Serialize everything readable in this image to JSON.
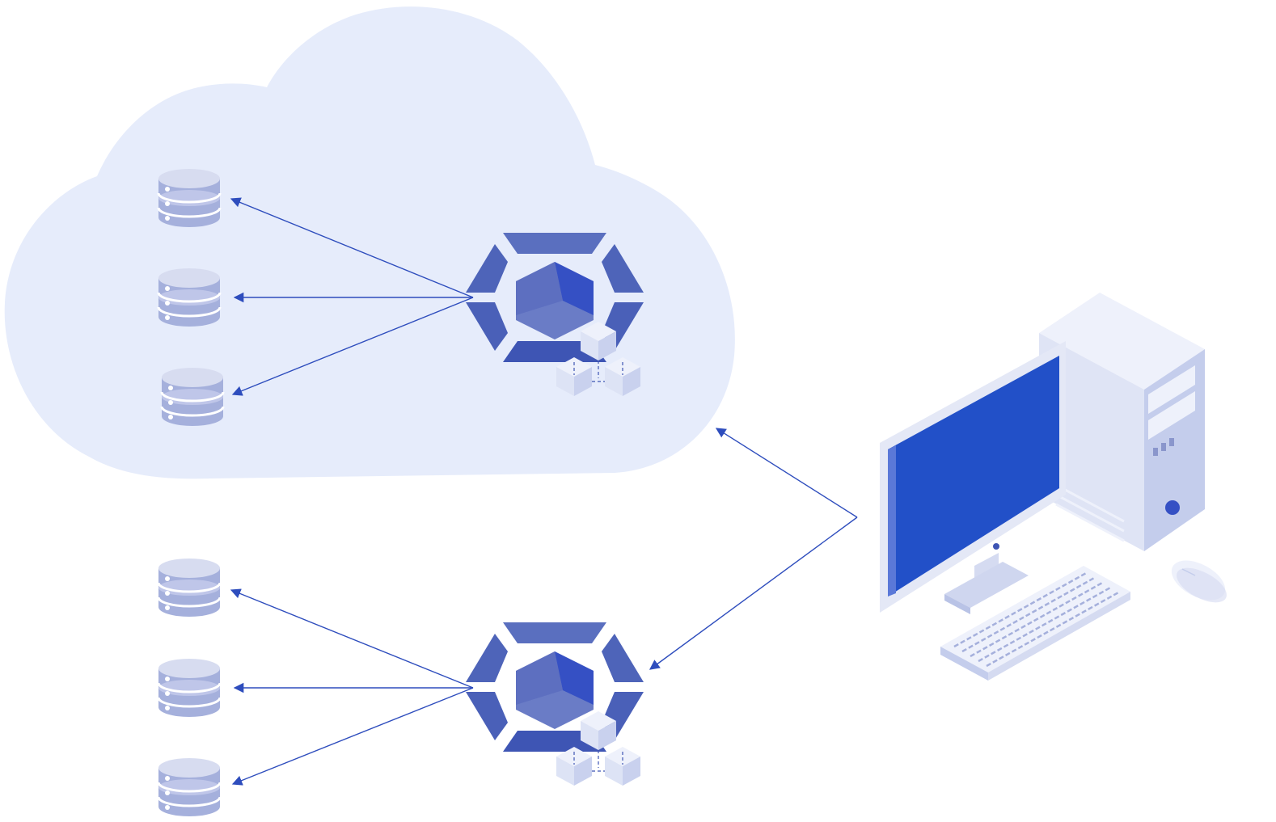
{
  "diagram": {
    "colors": {
      "cloud": "#e6ecfb",
      "cloud_edge": "#dfe6f8",
      "arrow": "#2e4dbd",
      "database_top": "#d7dcf0",
      "database_body": "#a5b0dc",
      "database_dot": "#ffffff",
      "hub_ring_top": "#5a6fbf",
      "hub_ring_bottom": "#3e55b4",
      "hub_core": "#6a7cc6",
      "hub_core_face": "#3550c4",
      "cube_light": "#eef1fb",
      "cube_mid": "#dde3f5",
      "cube_dark": "#c9d1ee",
      "monitor_screen": "#2250c8",
      "monitor_frame": "#e4e8f6",
      "tower": "#dfe4f5",
      "tower_side": "#c4cdec",
      "keyboard": "#dfe4f5"
    },
    "nodes": {
      "cloud_region": {
        "icon": "cloud-icon"
      },
      "cloud_hub": {
        "icon": "container-hub-icon"
      },
      "local_hub": {
        "icon": "container-hub-icon"
      },
      "client": {
        "icon": "desktop-computer-icon"
      },
      "cloud_databases": [
        {
          "icon": "database-icon"
        },
        {
          "icon": "database-icon"
        },
        {
          "icon": "database-icon"
        }
      ],
      "local_databases": [
        {
          "icon": "database-icon"
        },
        {
          "icon": "database-icon"
        },
        {
          "icon": "database-icon"
        }
      ]
    },
    "edges": [
      {
        "from": "client",
        "to": "cloud_hub"
      },
      {
        "from": "client",
        "to": "local_hub"
      },
      {
        "from": "cloud_hub",
        "to": "cloud_database_1"
      },
      {
        "from": "cloud_hub",
        "to": "cloud_database_2"
      },
      {
        "from": "cloud_hub",
        "to": "cloud_database_3"
      },
      {
        "from": "local_hub",
        "to": "local_database_1"
      },
      {
        "from": "local_hub",
        "to": "local_database_2"
      },
      {
        "from": "local_hub",
        "to": "local_database_3"
      }
    ]
  }
}
